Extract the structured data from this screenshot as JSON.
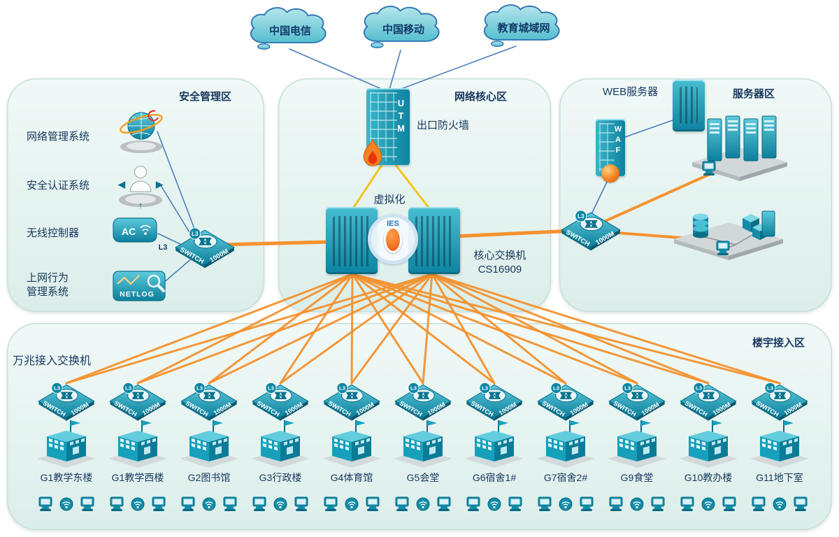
{
  "clouds": [
    {
      "label": "中国电信"
    },
    {
      "label": "中国移动"
    },
    {
      "label": "教育城域网"
    }
  ],
  "zones": {
    "security": {
      "title": "安全管理区",
      "items": [
        {
          "label": "网络管理系统"
        },
        {
          "label": "安全认证系统"
        },
        {
          "label": "无线控制器"
        },
        {
          "label": "上网行为\n管理系统"
        }
      ]
    },
    "core": {
      "title": "网络核心区",
      "firewall_text": "UTM",
      "firewall_label": "出口防火墙",
      "virtualization_label": "虚拟化",
      "core_switch_name": "核心交换机",
      "core_switch_model": "CS16909",
      "hub_text": "IES"
    },
    "server": {
      "title": "服务器区",
      "web_server_label": "WEB服务器",
      "waf_text": "WAF"
    },
    "access": {
      "title": "楼宇接入区",
      "access_switch_label": "万兆接入交换机",
      "buildings": [
        "G1教学东楼",
        "G1教学西楼",
        "G2图书馆",
        "G3行政楼",
        "G4体育馆",
        "G5会堂",
        "G6宿舍1#",
        "G7宿舍2#",
        "G9食堂",
        "G10教办楼",
        "G11地下室"
      ]
    }
  },
  "device_text": {
    "switch_line1": "SWITCH",
    "switch_line2": "1000M",
    "switch_badge": "L3",
    "ac": "AC",
    "ac_badge": "L3",
    "netlog": "NETLOG"
  },
  "colors": {
    "orange": "#F5922F",
    "yellow": "#F2C31D",
    "blue_line": "#4A7EBB",
    "teal": "#1697B3",
    "zone_text": "#17365D"
  }
}
